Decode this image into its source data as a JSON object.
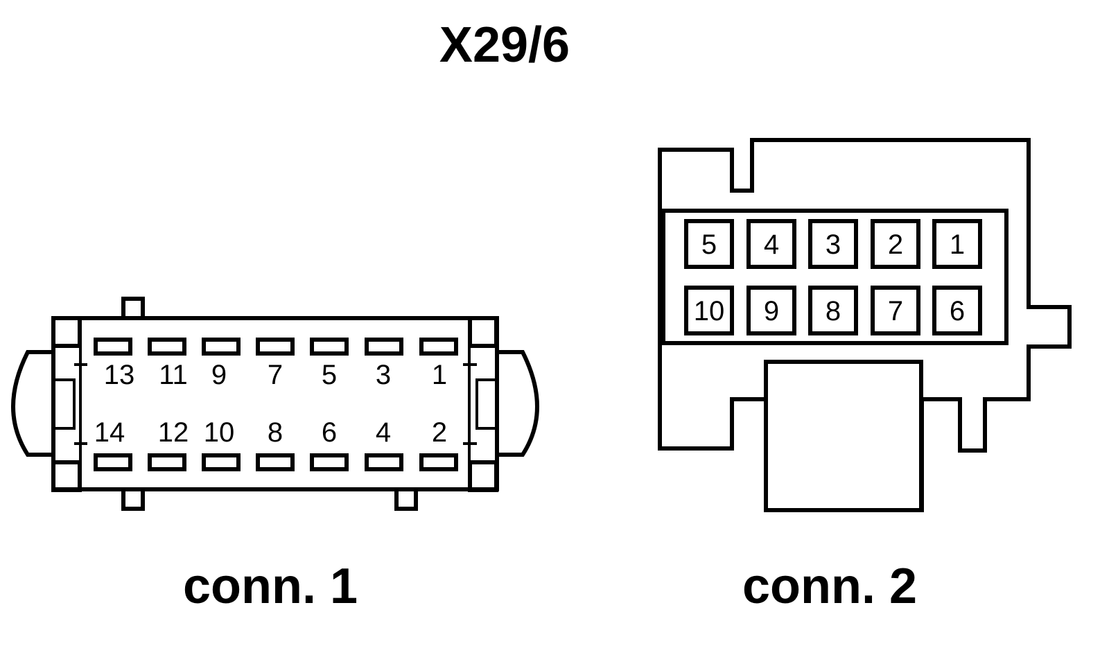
{
  "title": "X29/6",
  "connectors": [
    {
      "caption": "conn. 1",
      "top_pins": [
        "13",
        "11",
        "9",
        "7",
        "5",
        "3",
        "1"
      ],
      "bottom_pins": [
        "14",
        "12",
        "10",
        "8",
        "6",
        "4",
        "2"
      ]
    },
    {
      "caption": "conn. 2",
      "top_pins": [
        "5",
        "4",
        "3",
        "2",
        "1"
      ],
      "bottom_pins": [
        "10",
        "9",
        "8",
        "7",
        "6"
      ]
    }
  ]
}
